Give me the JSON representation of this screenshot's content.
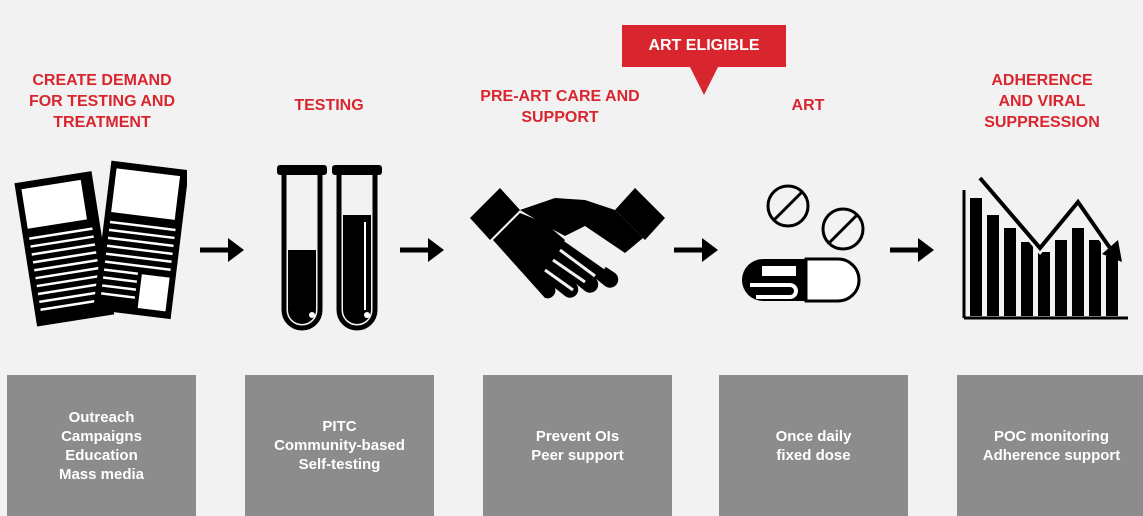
{
  "callout": "ART ELIGIBLE",
  "stages": [
    {
      "title": [
        "CREATE DEMAND",
        "FOR TESTING AND",
        "TREATMENT"
      ],
      "icon": "flyer-icon",
      "activities": [
        "Outreach",
        "Campaigns",
        "Education",
        "Mass media"
      ]
    },
    {
      "title": [
        "TESTING"
      ],
      "icon": "test-tubes-icon",
      "activities": [
        "PITC",
        "Community-based",
        "Self-testing"
      ]
    },
    {
      "title": [
        "PRE-ART CARE AND",
        "SUPPORT"
      ],
      "icon": "handshake-icon",
      "activities": [
        "Prevent OIs",
        "Peer support"
      ]
    },
    {
      "title": [
        "ART"
      ],
      "icon": "pills-icon",
      "activities": [
        "Once daily",
        "fixed dose"
      ]
    },
    {
      "title": [
        "ADHERENCE",
        "AND VIRAL",
        "SUPPRESSION"
      ],
      "icon": "declining-bar-chart-icon",
      "activities": [
        "POC monitoring",
        "Adherence support"
      ]
    }
  ],
  "colors": {
    "accent": "#d9262e",
    "box": "#8c8c8c",
    "background": "#f2f2f2",
    "icon": "#000000"
  }
}
